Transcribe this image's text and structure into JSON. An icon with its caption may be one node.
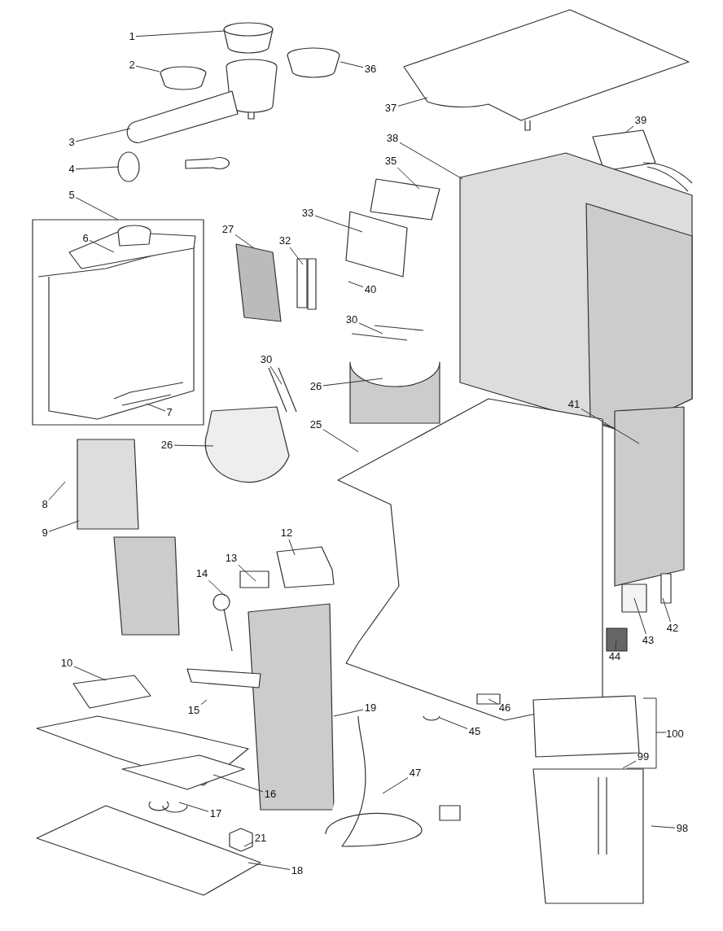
{
  "diagram": {
    "nodes": [
      {
        "text": [
          "1"
        ]
      },
      {
        "text": [
          "2"
        ]
      },
      {
        "text": [
          "36"
        ]
      },
      {
        "text": [
          "3"
        ]
      },
      {
        "text": [
          "4"
        ]
      },
      {
        "text": [
          "37"
        ]
      },
      {
        "text": [
          "38"
        ]
      },
      {
        "text": [
          "39"
        ]
      },
      {
        "text": [
          "35"
        ]
      },
      {
        "text": [
          "5"
        ]
      },
      {
        "text": [
          "33"
        ]
      },
      {
        "text": [
          "6"
        ]
      },
      {
        "text": [
          "27"
        ]
      },
      {
        "text": [
          "32"
        ]
      },
      {
        "text": [
          "40"
        ]
      },
      {
        "text": [
          "30"
        ]
      },
      {
        "text": [
          "30"
        ]
      },
      {
        "text": [
          "26"
        ]
      },
      {
        "text": [
          "7"
        ]
      },
      {
        "text": [
          "41"
        ]
      },
      {
        "text": [
          "26"
        ]
      },
      {
        "text": [
          "25"
        ]
      },
      {
        "text": [
          "8"
        ]
      },
      {
        "text": [
          "9"
        ]
      },
      {
        "text": [
          "12"
        ]
      },
      {
        "text": [
          "13"
        ]
      },
      {
        "text": [
          "14"
        ]
      },
      {
        "text": [
          "42"
        ]
      },
      {
        "text": [
          "43"
        ]
      },
      {
        "text": [
          "44"
        ]
      },
      {
        "text": [
          "10"
        ]
      },
      {
        "text": [
          "15"
        ]
      },
      {
        "text": [
          "19"
        ]
      },
      {
        "text": [
          "46"
        ]
      },
      {
        "text": [
          "45"
        ]
      },
      {
        "text": [
          "99"
        ]
      },
      {
        "text": [
          "47"
        ]
      },
      {
        "text": [
          "16"
        ]
      },
      {
        "text": [
          "17"
        ]
      },
      {
        "text": [
          "98"
        ]
      },
      {
        "text": [
          "21"
        ]
      },
      {
        "text": [
          "18"
        ]
      }
    ],
    "edges": [
      {
        "from": 0,
        "to": null,
        "arrow": "none"
      },
      {
        "from": 1,
        "to": null,
        "arrow": "none"
      },
      {
        "from": 2,
        "to": null,
        "arrow": "none"
      },
      {
        "from": 3,
        "to": null,
        "arrow": "none"
      },
      {
        "from": 4,
        "to": null,
        "arrow": "none"
      },
      {
        "from": 5,
        "to": null,
        "arrow": "none"
      },
      {
        "from": 6,
        "to": null,
        "arrow": "none"
      },
      {
        "from": 7,
        "to": null,
        "arrow": "none"
      },
      {
        "from": 8,
        "to": null,
        "arrow": "none"
      },
      {
        "from": 9,
        "to": null,
        "arrow": "none"
      },
      {
        "from": 10,
        "to": null,
        "arrow": "none"
      },
      {
        "from": 11,
        "to": null,
        "arrow": "none"
      },
      {
        "from": 12,
        "to": null,
        "arrow": "none"
      },
      {
        "from": 13,
        "to": null,
        "arrow": "none"
      },
      {
        "from": 14,
        "to": null,
        "arrow": "none"
      },
      {
        "from": 15,
        "to": null,
        "arrow": "none"
      },
      {
        "from": 16,
        "to": null,
        "arrow": "none"
      },
      {
        "from": 17,
        "to": null,
        "arrow": "none"
      },
      {
        "from": 18,
        "to": null,
        "arrow": "none"
      },
      {
        "from": 19,
        "to": null,
        "arrow": "none"
      },
      {
        "from": 20,
        "to": null,
        "arrow": "none"
      },
      {
        "from": 21,
        "to": null,
        "arrow": "none"
      },
      {
        "from": 22,
        "to": null,
        "arrow": "none"
      },
      {
        "from": 23,
        "to": null,
        "arrow": "none"
      },
      {
        "from": 24,
        "to": null,
        "arrow": "none"
      },
      {
        "from": 25,
        "to": null,
        "arrow": "none"
      },
      {
        "from": 26,
        "to": null,
        "arrow": "none"
      },
      {
        "from": 27,
        "to": null,
        "arrow": "none"
      },
      {
        "from": 28,
        "to": null,
        "arrow": "none"
      },
      {
        "from": 29,
        "to": null,
        "arrow": "none"
      },
      {
        "from": 30,
        "to": null,
        "arrow": "none"
      },
      {
        "from": 31,
        "to": null,
        "arrow": "none"
      },
      {
        "from": 32,
        "to": null,
        "arrow": "none"
      },
      {
        "from": 33,
        "to": null,
        "arrow": "none"
      },
      {
        "from": 34,
        "to": null,
        "arrow": "none"
      },
      {
        "from": 35,
        "to": null,
        "arrow": "none"
      },
      {
        "from": 36,
        "to": null,
        "arrow": "none"
      },
      {
        "from": 37,
        "to": null,
        "arrow": "none"
      },
      {
        "from": 38,
        "to": null,
        "arrow": "none"
      },
      {
        "from": 39,
        "to": null,
        "arrow": "none"
      },
      {
        "from": 40,
        "to": null,
        "arrow": "none"
      },
      {
        "from": 41,
        "to": null,
        "arrow": "none"
      }
    ],
    "labels": [
      "100"
    ]
  }
}
